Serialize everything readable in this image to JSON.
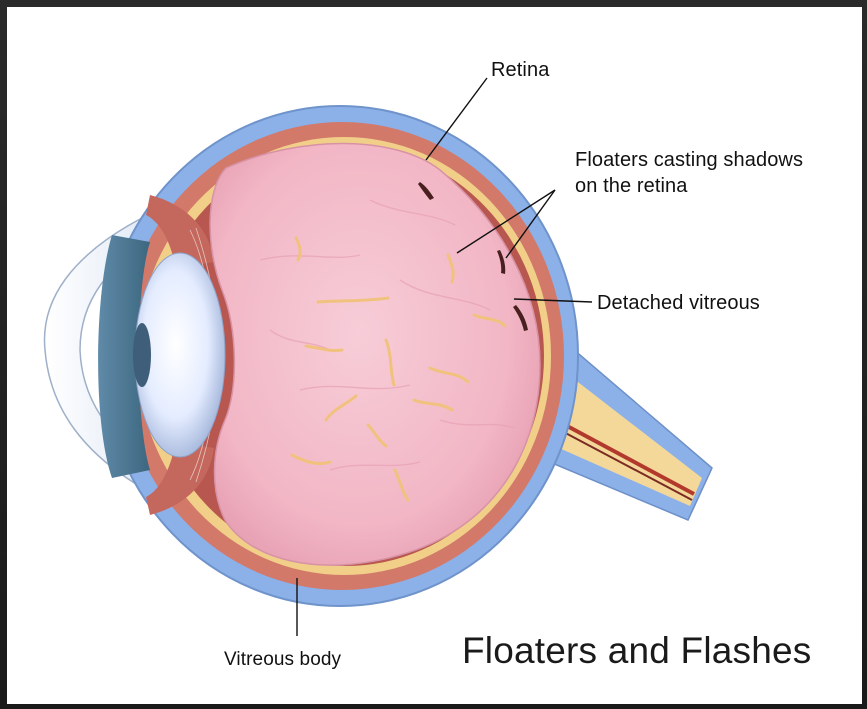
{
  "labels": {
    "retina": "Retina",
    "floaters_line1": "Floaters casting shadows",
    "floaters_line2": "on the retina",
    "detached_vitreous": "Detached vitreous",
    "vitreous_body": "Vitreous body"
  },
  "title": "Floaters and Flashes",
  "colors": {
    "frame": "#1e1e1e",
    "background": "#ffffff",
    "sclera": "#8cb0e8",
    "choroid": "#d2796a",
    "retina": "#f1cf89",
    "vitreous": "#f2b7c6",
    "floaters": "#f1c27d",
    "lens": "#d6e3ff",
    "leader_line": "#111111"
  }
}
